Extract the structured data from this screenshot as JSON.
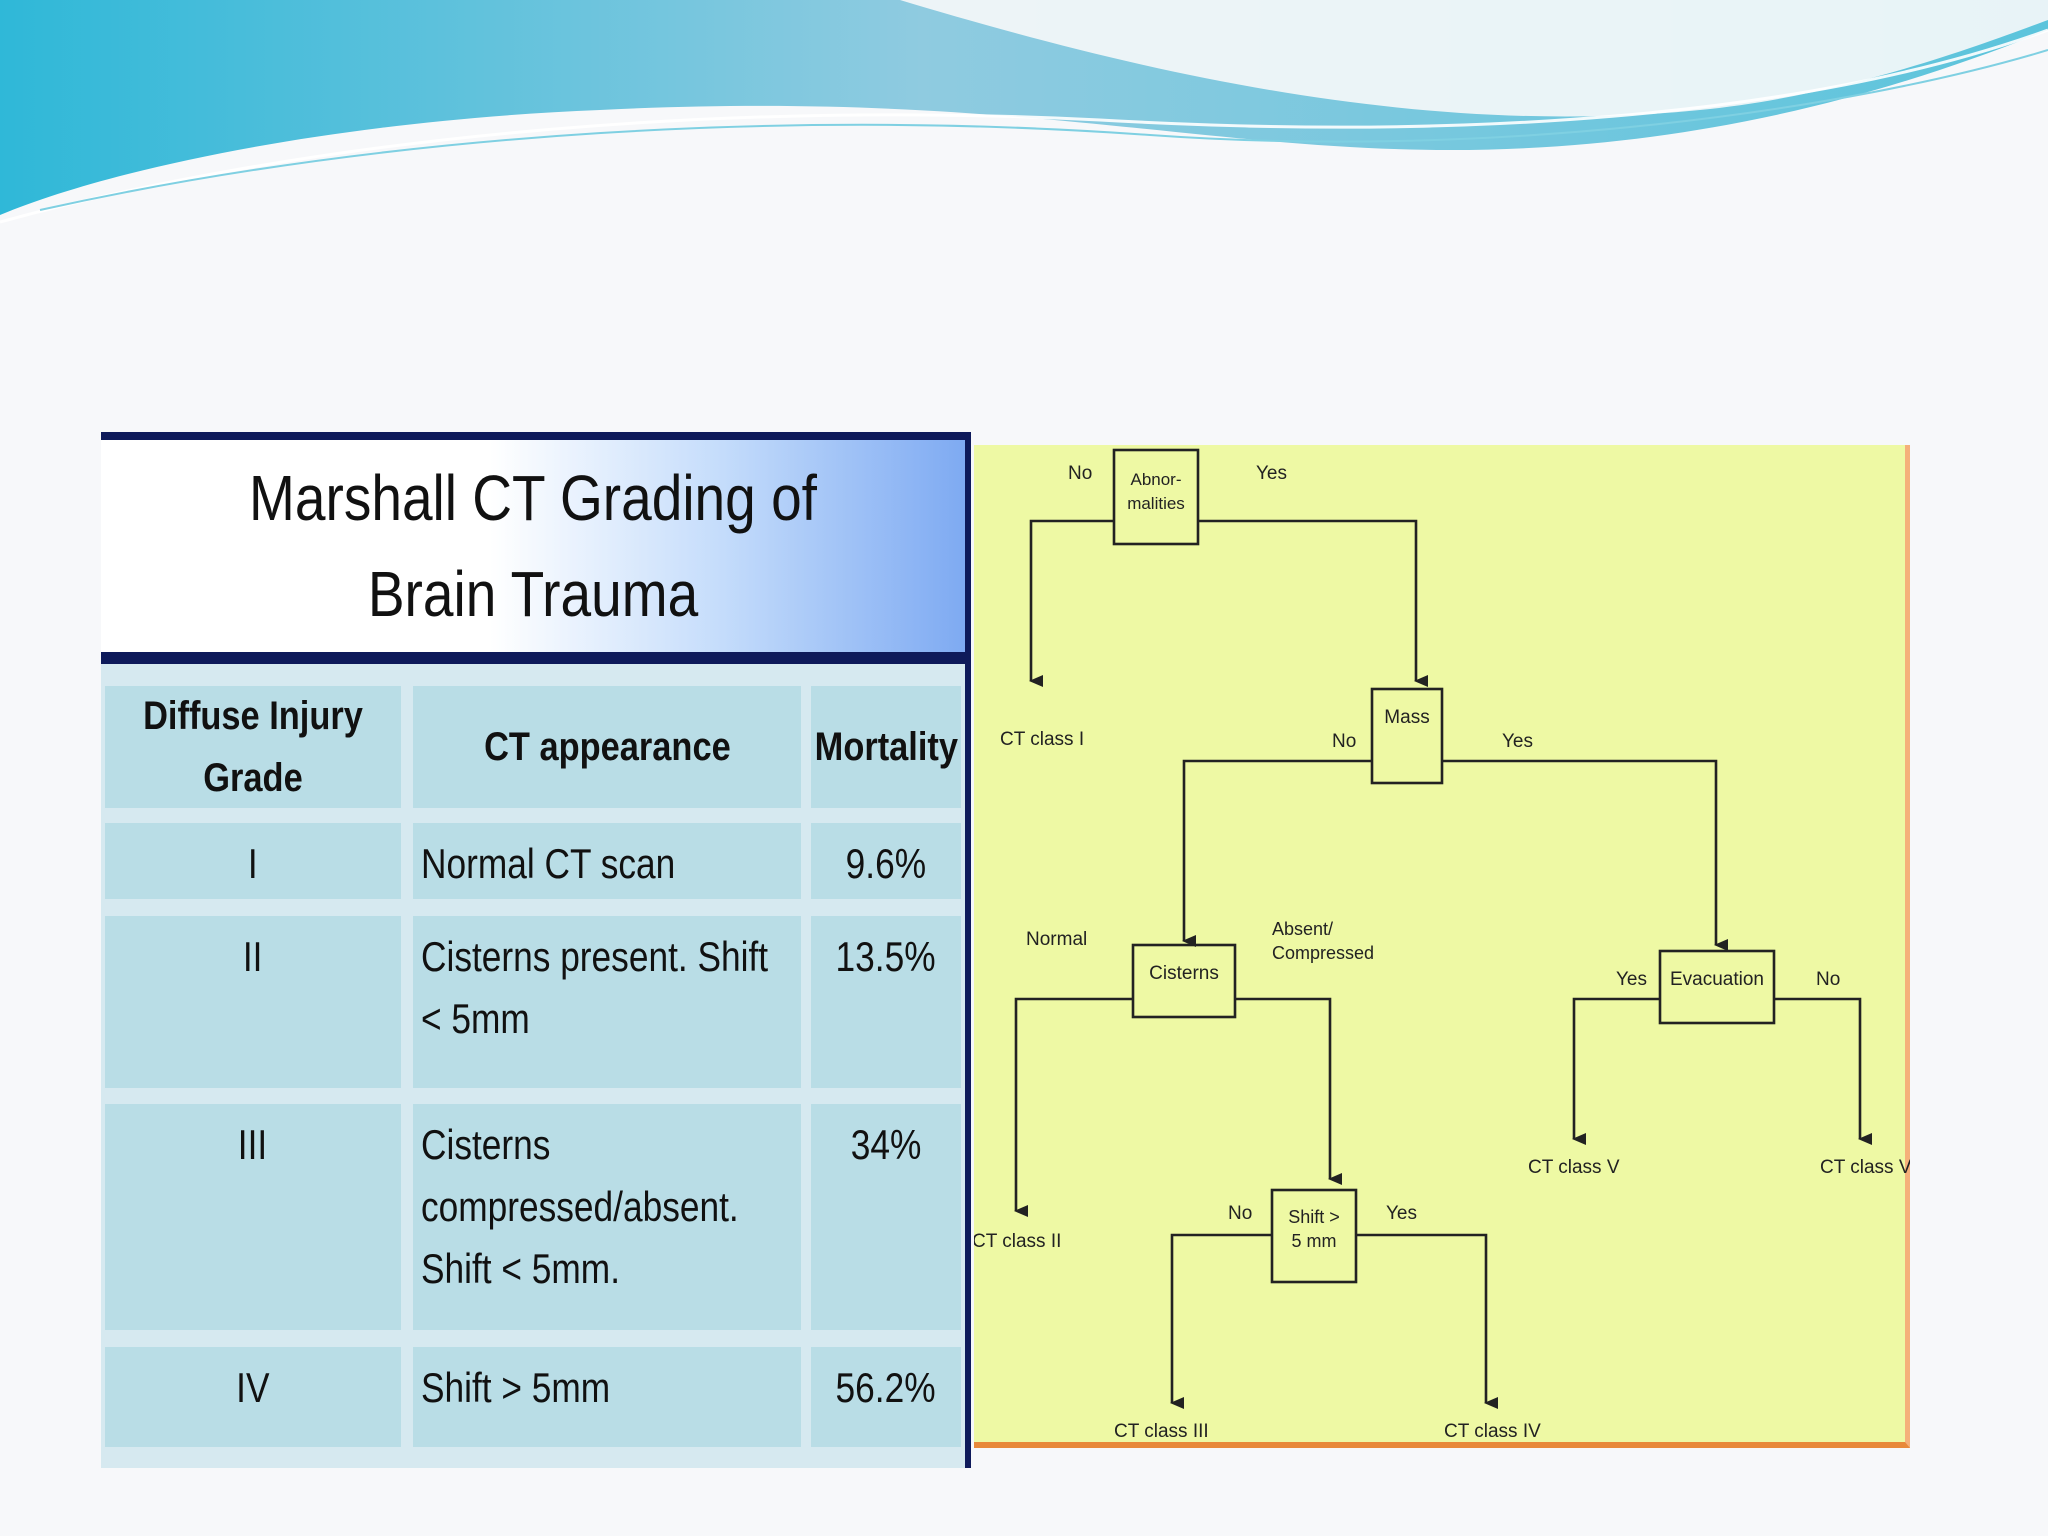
{
  "table": {
    "title": "Marshall CT Grading of Brain Trauma",
    "headers": [
      "Diffuse Injury Grade",
      "CT appearance",
      "Mortality"
    ],
    "rows": [
      {
        "grade": "I",
        "appearance": "Normal CT scan",
        "mortality": "9.6%"
      },
      {
        "grade": "II",
        "appearance": "Cisterns present. Shift < 5mm",
        "mortality": "13.5%"
      },
      {
        "grade": "III",
        "appearance": "Cisterns compressed/absent. Shift < 5mm.",
        "mortality": "34%"
      },
      {
        "grade": "IV",
        "appearance": "Shift > 5mm",
        "mortality": "56.2%"
      }
    ]
  },
  "flowchart": {
    "nodes": {
      "abnormalities": "Abnor- malities",
      "mass": "Mass",
      "cisterns": "Cisterns",
      "evacuation": "Evacuation",
      "shift": "Shift > 5 mm"
    },
    "edge_labels": {
      "abn_no": "No",
      "abn_yes": "Yes",
      "mass_no": "No",
      "mass_yes": "Yes",
      "cis_normal": "Normal",
      "cis_absent": "Absent/ Compressed",
      "evac_yes": "Yes",
      "evac_no": "No",
      "shift_no": "No",
      "shift_yes": "Yes"
    },
    "outcomes": {
      "class1": "CT class I",
      "class2": "CT class II",
      "class3": "CT class III",
      "class4": "CT class IV",
      "class5": "CT class V",
      "class6": "CT class VI"
    }
  },
  "colors": {
    "header_wave_dark": "#6ec8dc",
    "header_wave_light": "#a8dbe9",
    "table_cell": "#b9dde6",
    "table_border": "#0e1a5a",
    "flow_background": "#eef9a4",
    "flow_border": "#e8893a"
  }
}
